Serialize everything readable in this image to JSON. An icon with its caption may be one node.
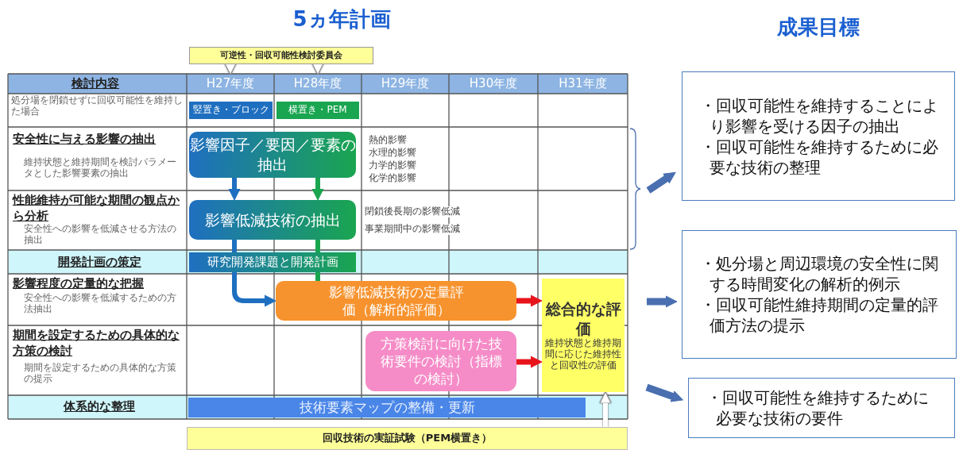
{
  "diagram": {
    "nodes": [
      {
        "text": [
          "可逆性・回収可能性検討委員会"
        ]
      },
      {
        "text": [
          "H27年度"
        ]
      },
      {
        "text": [
          "H28年度"
        ]
      },
      {
        "text": [
          "H29年度"
        ]
      },
      {
        "text": [
          "H30年度"
        ]
      },
      {
        "text": [
          "H31年度"
        ]
      },
      {
        "text": [
          "竪置き・ブロック"
        ]
      },
      {
        "text": [
          "横置き・PEM"
        ]
      },
      {
        "text": [
          "影響因子／要因／要素の抽出"
        ]
      },
      {
        "text": [
          "影響低減技術の抽出"
        ]
      },
      {
        "text": [
          "研究開発課題と開発計画"
        ]
      },
      {
        "text": [
          "影響低減技術の定量評価（解析的評価）"
        ]
      },
      {
        "text": [
          "方策検討に向けた技術要件の検討（指標の検討）"
        ]
      },
      {
        "text": [
          "総合的な評価",
          "維持状態と維持期間に応じた維持性と回収性の評価"
        ]
      },
      {
        "text": [
          "技術要素マップの整備・更新"
        ]
      },
      {
        "text": [
          "回収技術の実証試験（PEM横置き）"
        ]
      },
      {
        "text": [
          "・回収可能性を維持することにより影響を受ける因子の抽出",
          "・回収可能性を維持するために必要な技術の整理"
        ]
      },
      {
        "text": [
          "・処分場と周辺環境の安全性に関する時間変化の解析的例示",
          "・回収可能性維持期間の定量的評価方法の提示"
        ]
      },
      {
        "text": [
          "・回収可能性を維持するために必要な技術の要件"
        ]
      }
    ],
    "edges": [
      {
        "from": 0,
        "to": 1,
        "arrow": "to",
        "color": "#ffffff"
      },
      {
        "from": 0,
        "to": 2,
        "arrow": "to",
        "color": "#ffffff"
      },
      {
        "from": 8,
        "to": 9,
        "arrow": "to",
        "color": "#1f6fc0"
      },
      {
        "from": 8,
        "to": 9,
        "arrow": "to",
        "color": "#1aa550"
      },
      {
        "from": 9,
        "to": 10,
        "arrow": "none",
        "color": "#1f6fc0"
      },
      {
        "from": 9,
        "to": 10,
        "arrow": "none",
        "color": "#1aa550"
      },
      {
        "from": 10,
        "to": 11,
        "arrow": "to",
        "color": "#1f6fc0"
      },
      {
        "from": 10,
        "to": 11,
        "arrow": "none",
        "color": "#1aa550"
      },
      {
        "from": 11,
        "to": 13,
        "arrow": "to",
        "color": "#e8141c"
      },
      {
        "from": 12,
        "to": 13,
        "arrow": "to",
        "color": "#e8141c"
      },
      {
        "from": 15,
        "to": 13,
        "arrow": "to",
        "color": "#ffffff"
      },
      {
        "from": null,
        "to": 16,
        "arrow": "to",
        "color": "#4a6fb0"
      },
      {
        "from": null,
        "to": 17,
        "arrow": "to",
        "color": "#4a6fb0"
      },
      {
        "from": null,
        "to": 18,
        "arrow": "to",
        "color": "#4a6fb0"
      }
    ],
    "labels": [
      "5ヵ年計画",
      "成果目標",
      "検討内容",
      "処分場を閉鎖せずに回収可能性を維持した場合",
      "安全性に与える影響の抽出",
      "維持状態と維持期間を検討パラメータとした影響要素の抽出",
      "熱的影響",
      "水理的影響",
      "力学的影響",
      "化学的影響",
      "性能維持が可能な期間の観点から分析",
      "安全性への影響を低減させる方法の抽出",
      "閉鎖後長期の影響低減",
      "事業期間中の影響低減",
      "開発計画の策定",
      "影響程度の定量的な把握",
      "安全性への影響を低減するための方法抽出",
      "期間を設定するための具体的な方策の検討",
      "期間を設定するための具体的な方策の提示",
      "体系的な整理"
    ]
  }
}
